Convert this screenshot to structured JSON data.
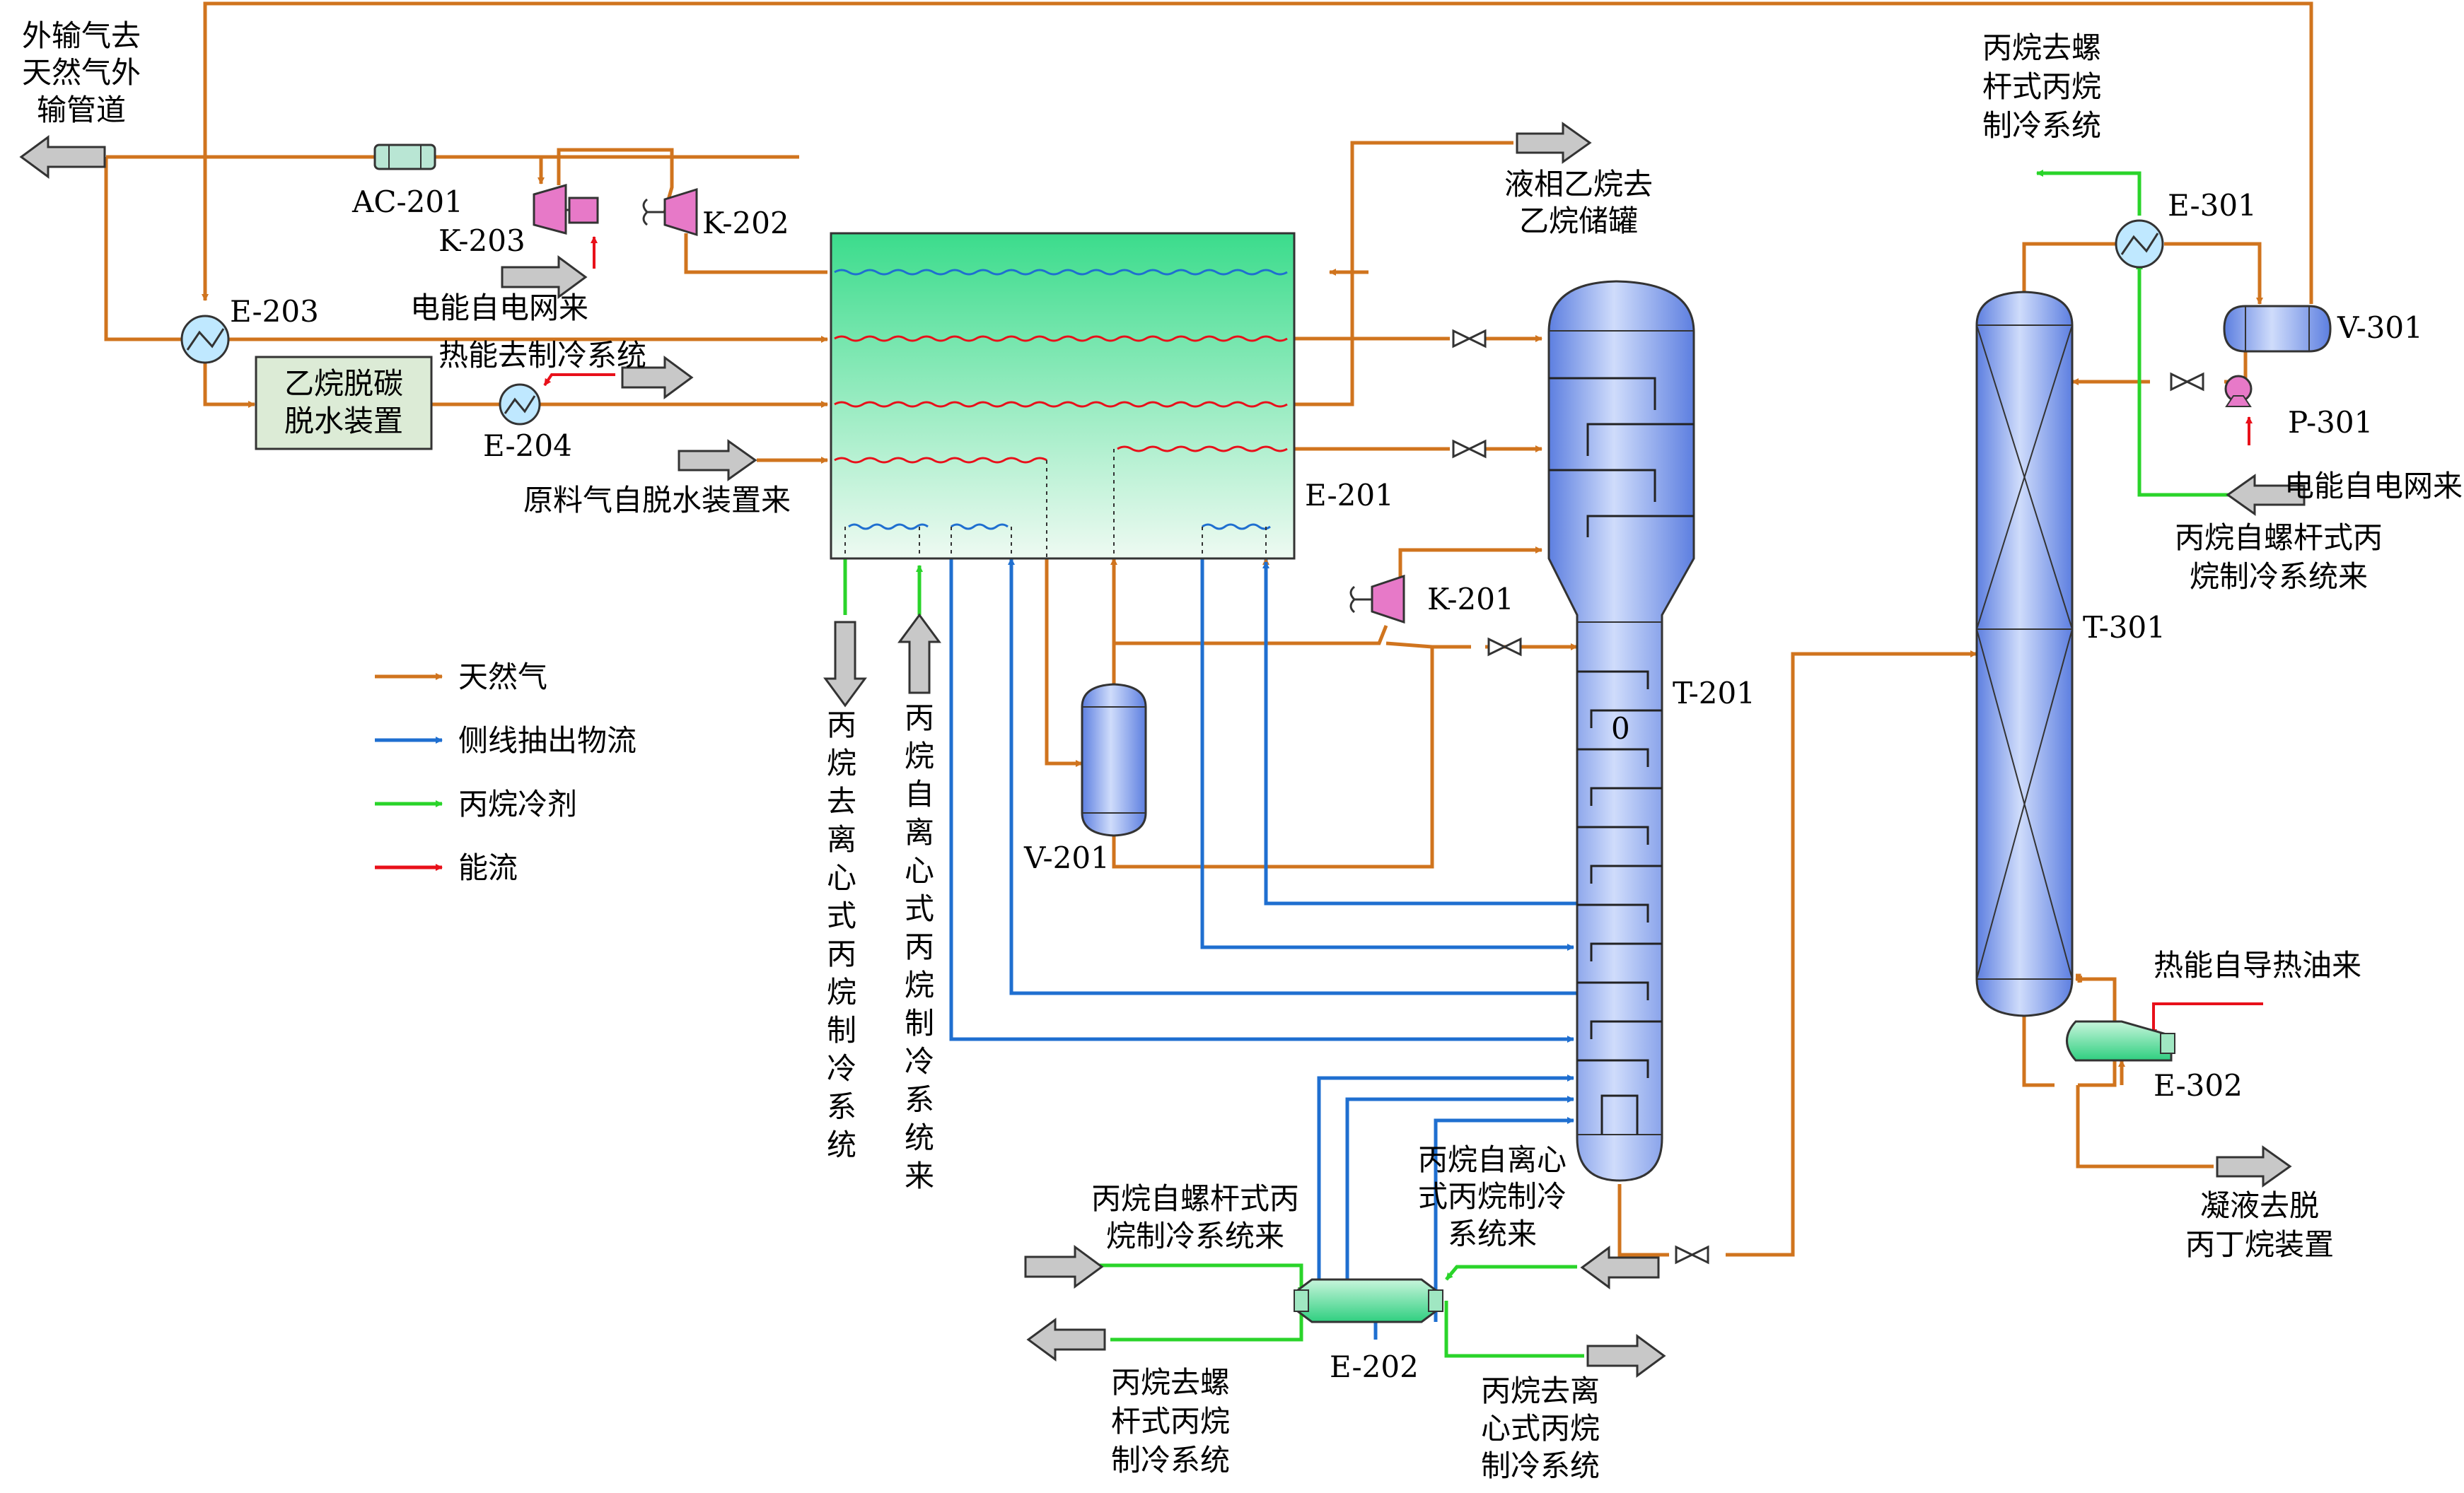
{
  "colors": {
    "natural_gas": "#d0741e",
    "side_draw": "#1f6fd0",
    "propane_refrigerant": "#2ad42a",
    "energy_flow": "#e8101a",
    "vessel_fill": "#6f93e8",
    "exchanger_fill": "#40d990"
  },
  "legend": {
    "natural_gas": "天然气",
    "side_draw": "侧线抽出物流",
    "propane_refrigerant": "丙烷冷剂",
    "energy_flow": "能流"
  },
  "equipment": {
    "ac201": "AC-201",
    "k203": "K-203",
    "k202": "K-202",
    "e203": "E-203",
    "e204": "E-204",
    "e201": "E-201",
    "k201": "K-201",
    "v201": "V-201",
    "t201": "T-201",
    "e202": "E-202",
    "t301": "T-301",
    "e301": "E-301",
    "v301": "V-301",
    "p301": "P-301",
    "e302": "E-302",
    "tray_mark": "0"
  },
  "blocks": {
    "deethanizer_line1": "乙烷脱碳",
    "deethanizer_line2": "脱水装置"
  },
  "streams": {
    "export_gas": [
      "外输气去",
      "天然气外",
      "输管道"
    ],
    "power_from_grid_left": "电能自电网来",
    "heat_to_refrig": "热能去制冷系统",
    "feed_gas": "原料气自脱水装置来",
    "liquid_ethane": [
      "液相乙烷去",
      "乙烷储罐"
    ],
    "propane_to_centrifugal_vertical": [
      "丙",
      "烷",
      "去",
      "离",
      "心",
      "式",
      "丙",
      "烷",
      "制",
      "冷",
      "系",
      "统"
    ],
    "propane_from_centrifugal_vertical": [
      "丙",
      "烷",
      "自",
      "离",
      "心",
      "式",
      "丙",
      "烷",
      "制",
      "冷",
      "系",
      "统",
      "来"
    ],
    "propane_from_screw_bottom": [
      "丙烷自螺杆式丙",
      "烷制冷系统来"
    ],
    "propane_from_centrifugal_bottom": [
      "丙烷自离心",
      "式丙烷制冷",
      "系统来"
    ],
    "propane_to_screw_bottom": [
      "丙烷去螺",
      "杆式丙烷",
      "制冷系统"
    ],
    "propane_to_centrifugal_bottom": [
      "丙烷去离",
      "心式丙烷",
      "制冷系统"
    ],
    "propane_to_screw_top": [
      "丙烷去螺",
      "杆式丙烷",
      "制冷系统"
    ],
    "power_from_grid_right": "电能自电网来",
    "propane_from_screw_right": [
      "丙烷自螺杆式丙",
      "烷制冷系统来"
    ],
    "heat_from_oil": "热能自导热油来",
    "condensate": [
      "凝液去脱",
      "丙丁烷装置"
    ]
  }
}
